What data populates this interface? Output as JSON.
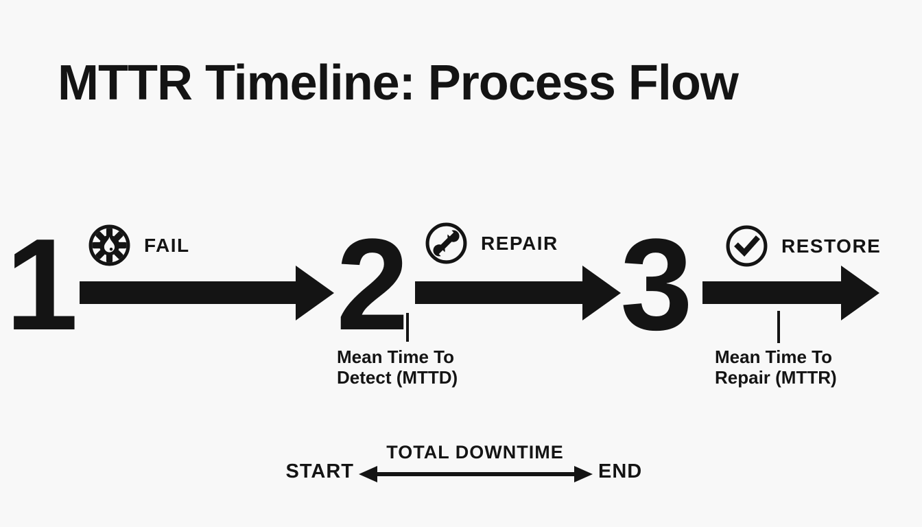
{
  "title": "MTTR Timeline: Process Flow",
  "colors": {
    "foreground": "#141414",
    "background": "#f8f8f8"
  },
  "steps": [
    {
      "number": "1",
      "label": "FAIL",
      "icon": "gear-flame-icon"
    },
    {
      "number": "2",
      "label": "REPAIR",
      "icon": "wrench-icon"
    },
    {
      "number": "3",
      "label": "RESTORE",
      "icon": "check-icon"
    }
  ],
  "annotations": [
    {
      "lines": [
        "Mean Time To",
        "Detect (MTTD)"
      ]
    },
    {
      "lines": [
        "Mean Time To",
        "Repair (MTTR)"
      ]
    }
  ],
  "downtime_axis": {
    "label": "TOTAL DOWNTIME",
    "start": "START",
    "end": "END"
  }
}
